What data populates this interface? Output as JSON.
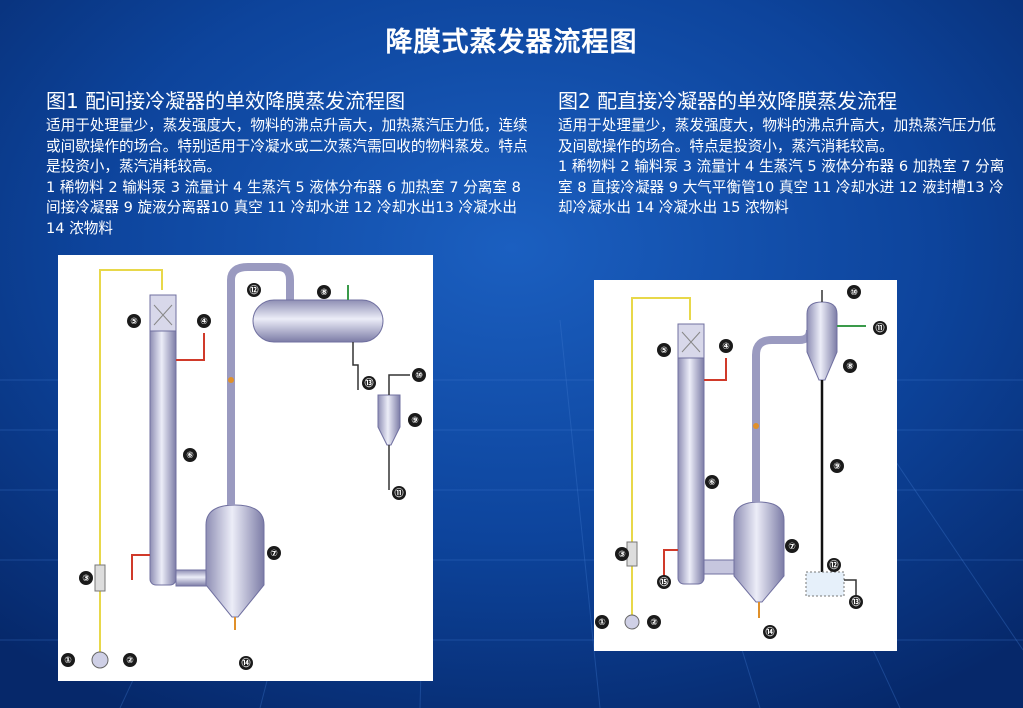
{
  "slide": {
    "title": "降膜式蒸发器流程图"
  },
  "figure1": {
    "caption": "图1 配间接冷凝器的单效降膜蒸发流程图",
    "description": "适用于处理量少，蒸发强度大，物料的沸点升高大，加热蒸汽压力低，连续或间歇操作的场合。特别适用于冷凝水或二次蒸汽需回收的物料蒸发。特点是投资小，蒸汽消耗较高。",
    "legend": "1 稀物料 2 输料泵 3 流量计 4 生蒸汽 5 液体分布器 6 加热室 7 分离室 8 间接冷凝器 9 旋液分离器10 真空 11 冷却水进 12 冷却水出13 冷凝水出 14 浓物料",
    "markers": [
      "①",
      "②",
      "③",
      "④",
      "⑤",
      "⑥",
      "⑦",
      "⑧",
      "⑨",
      "⑩",
      "⑪",
      "⑫",
      "⑬",
      "⑭"
    ]
  },
  "figure2": {
    "caption": "图2 配直接冷凝器的单效降膜蒸发流程",
    "description": "适用于处理量少，蒸发强度大，物料的沸点升高大，加热蒸汽压力低及间歇操作的场合。特点是投资小，蒸汽消耗较高。",
    "legend": "1 稀物料 2 输料泵 3 流量计 4 生蒸汽 5 液体分布器 6 加热室 7 分离室 8 直接冷凝器 9 大气平衡管10 真空 11 冷却水进 12 液封槽13 冷却冷凝水出 14 冷凝水出 15 浓物料",
    "markers": [
      "①",
      "②",
      "③",
      "④",
      "⑤",
      "⑥",
      "⑦",
      "⑧",
      "⑨",
      "⑩",
      "⑪",
      "⑫",
      "⑬",
      "⑭",
      "⑮"
    ]
  },
  "colors": {
    "background": "#0a3c8c",
    "vessel": "#c6c6de",
    "feed_line": "#e8d84a",
    "steam_line": "#d03a2a",
    "water_line": "#3a9a4a",
    "marker": "#1a1a1a"
  }
}
